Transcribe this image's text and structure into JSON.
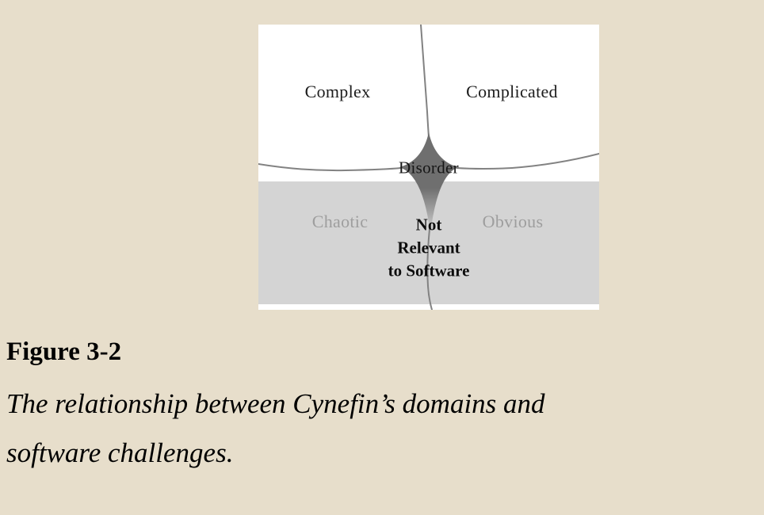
{
  "page": {
    "background": "#e7decb"
  },
  "diagram": {
    "background": "#ffffff",
    "lower_region_color": "#d4d4d4",
    "blob_color": "#6f6f6f",
    "line_color": "#828282",
    "muted_label_color": "#9e9e9e",
    "labels": {
      "top_left": "Complex",
      "top_right": "Complicated",
      "center": "Disorder",
      "bottom_left": "Chaotic",
      "bottom_right": "Obvious",
      "not_relevant": [
        "Not",
        "Relevant",
        "to Software"
      ]
    }
  },
  "caption": {
    "figure_label": "Figure 3-2",
    "lines": [
      "The relationship between Cynefin’s domains and",
      "software challenges."
    ]
  }
}
